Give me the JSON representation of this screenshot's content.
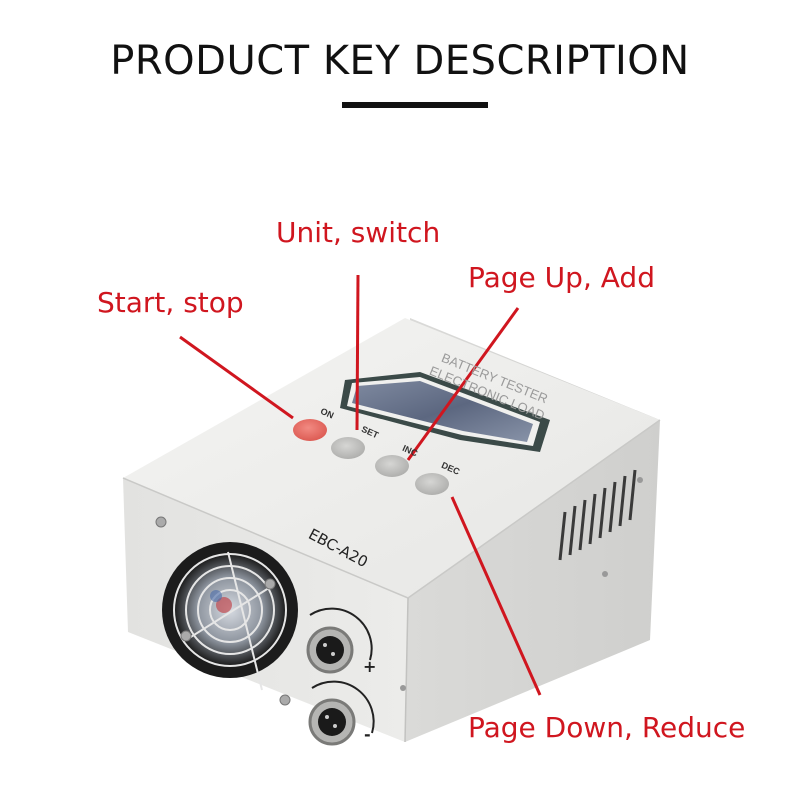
{
  "header": {
    "title": "PRODUCT KEY DESCRIPTION"
  },
  "device": {
    "panel_text_line1": "BATTERY TESTER",
    "panel_text_line2": "ELECTRONIC LOAD",
    "model": "EBC-A20",
    "terminals": {
      "positive": "+",
      "negative": "-"
    },
    "keys": [
      {
        "id": "on",
        "label": "ON",
        "color": "#e96a64"
      },
      {
        "id": "set",
        "label": "SET",
        "color": "#c4c4c2"
      },
      {
        "id": "inc",
        "label": "INC",
        "color": "#c4c4c2"
      },
      {
        "id": "dec",
        "label": "DEC",
        "color": "#c4c4c2"
      }
    ]
  },
  "annotations": [
    {
      "key": "on",
      "text": "Start, stop"
    },
    {
      "key": "set",
      "text": "Unit, switch"
    },
    {
      "key": "inc",
      "text": "Page Up, Add"
    },
    {
      "key": "dec",
      "text": "Page Down, Reduce"
    }
  ],
  "colors": {
    "annotation": "#d0161f",
    "title": "#111111",
    "case": "#e9e9e7"
  }
}
